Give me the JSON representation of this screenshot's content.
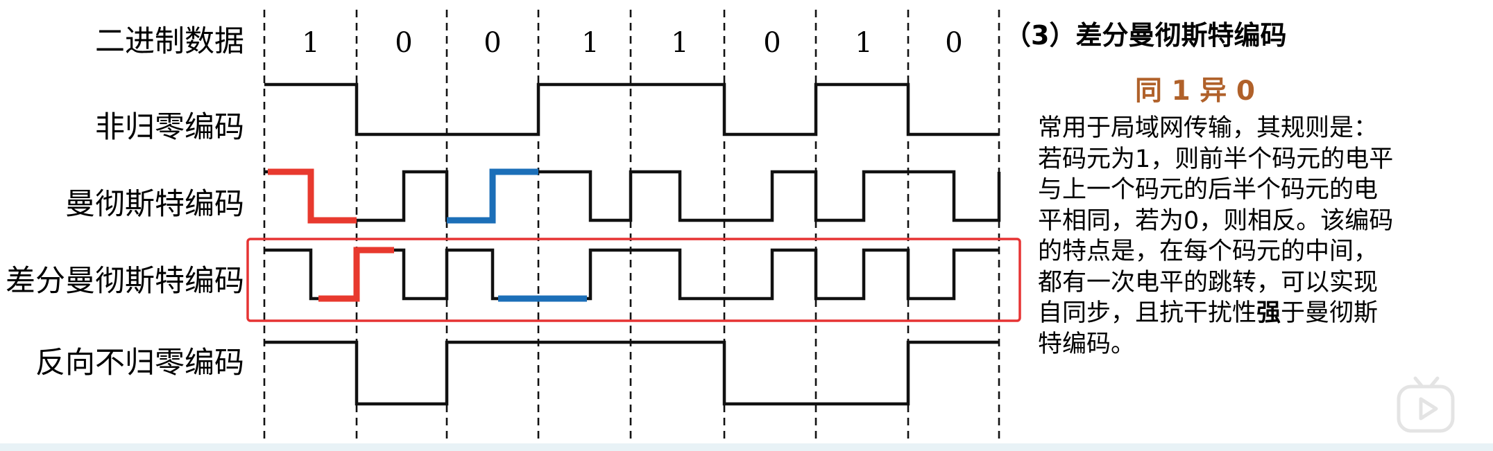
{
  "row_labels": {
    "binary": "二进制数据",
    "nrz": "非归零编码",
    "manchester": "曼彻斯特编码",
    "diff_manchester": "差分曼彻斯特编码",
    "nrzi": "反向不归零编码"
  },
  "bits": [
    "1",
    "0",
    "0",
    "1",
    "1",
    "0",
    "1",
    "0"
  ],
  "side": {
    "title": "（3）差分曼彻斯特编码",
    "subtitle": "同 1 异 0",
    "desc_lines": [
      "常用于局域网传输，其规则是：",
      "若码元为1，则前半个码元的电平",
      "与上一个码元的后半个码元的电",
      "平相同，若为0，则相反。该编码",
      "的特点是，在每个码元的中间，",
      "都有一次电平的跳转，可以实现"
    ],
    "desc_line7_before": "自同步，且抗干扰性",
    "desc_line7_bold": "强",
    "desc_line7_after": "于曼彻斯",
    "desc_line8": "特编码。"
  },
  "colors": {
    "signal": "#111111",
    "red_highlight": "#e8392e",
    "blue_highlight": "#1c6fb8",
    "subtitle": "#b0612a",
    "box": "#e63333",
    "grid": "#111111"
  },
  "icons": {
    "watermark": "tv-play-icon"
  }
}
